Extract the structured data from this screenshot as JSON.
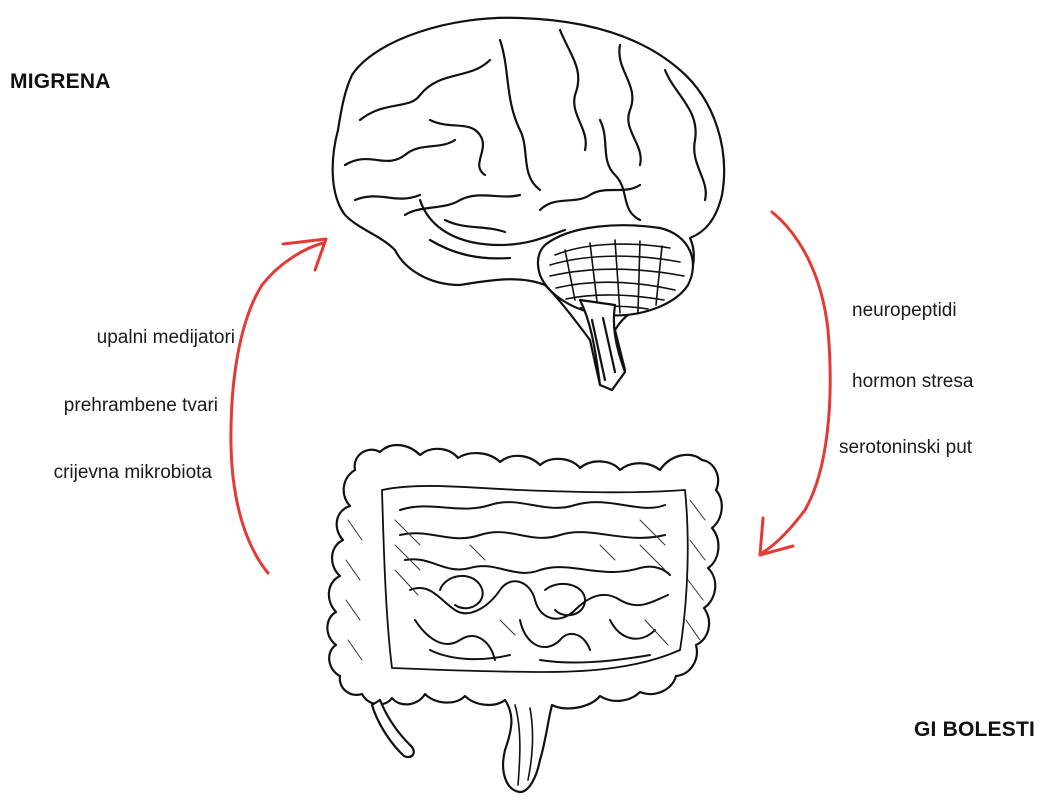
{
  "diagram": {
    "nodes": {
      "top": {
        "label": "MIGRENA",
        "icon": "brain-illustration"
      },
      "bottom": {
        "label": "GI BOLESTI",
        "icon": "intestines-illustration"
      }
    },
    "edges": {
      "down": {
        "direction": "brain-to-gut",
        "color": "#e53935",
        "labels": [
          "neuropeptidi",
          "hormon stresa",
          "serotoninski put"
        ]
      },
      "up": {
        "direction": "gut-to-brain",
        "color": "#e53935",
        "labels": [
          "upalni medijatori",
          "prehrambene tvari",
          "crijevna mikrobiota"
        ]
      }
    }
  }
}
